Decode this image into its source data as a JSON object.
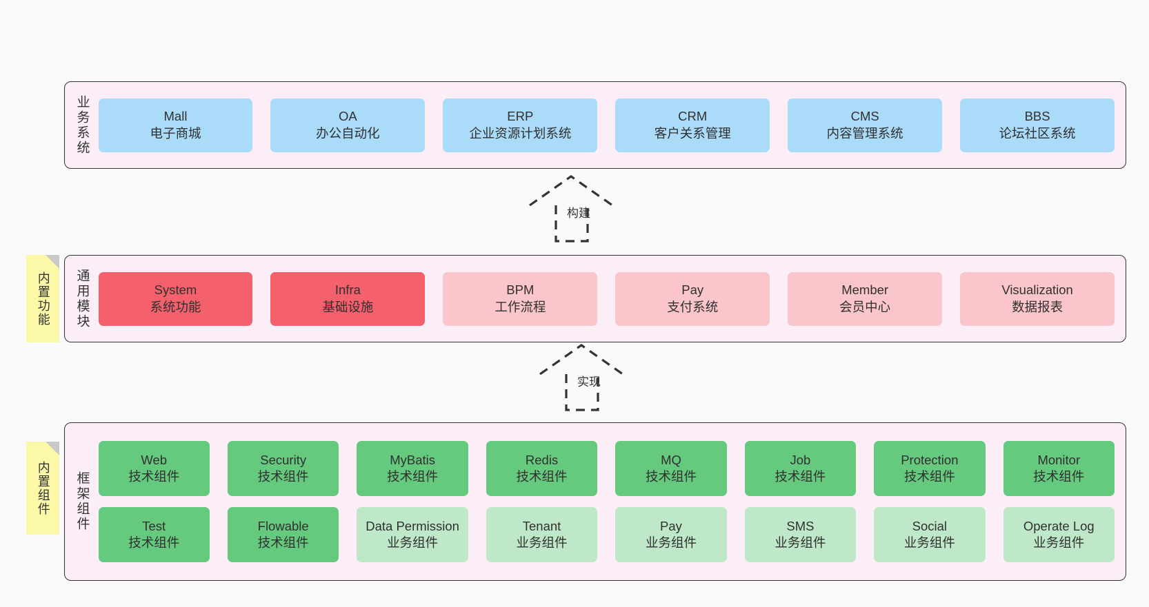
{
  "diagram": {
    "title_visible": false,
    "background_color": "#fafafa",
    "panel_color": "#fbeef7",
    "border_color": "#333333"
  },
  "layers": {
    "business": {
      "label": "业务系统",
      "cards": [
        {
          "title": "Mall",
          "sub": "电子商城",
          "color": "#aadcfa",
          "style": "c-blue"
        },
        {
          "title": "OA",
          "sub": "办公自动化",
          "color": "#aadcfa",
          "style": "c-blue"
        },
        {
          "title": "ERP",
          "sub": "企业资源计划系统",
          "color": "#aadcfa",
          "style": "c-blue"
        },
        {
          "title": "CRM",
          "sub": "客户关系管理",
          "color": "#aadcfa",
          "style": "c-blue"
        },
        {
          "title": "CMS",
          "sub": "内容管理系统",
          "color": "#aadcfa",
          "style": "c-blue"
        },
        {
          "title": "BBS",
          "sub": "论坛社区系统",
          "color": "#aadcfa",
          "style": "c-blue"
        }
      ]
    },
    "common": {
      "label": "通用模块",
      "note": "内置功能",
      "cards": [
        {
          "title": "System",
          "sub": "系统功能",
          "color": "#f4606c",
          "style": "c-red"
        },
        {
          "title": "Infra",
          "sub": "基础设施",
          "color": "#f4606c",
          "style": "c-red"
        },
        {
          "title": "BPM",
          "sub": "工作流程",
          "color": "#fac5cb",
          "style": "c-pink"
        },
        {
          "title": "Pay",
          "sub": "支付系统",
          "color": "#fac5cb",
          "style": "c-pink"
        },
        {
          "title": "Member",
          "sub": "会员中心",
          "color": "#fac5cb",
          "style": "c-pink"
        },
        {
          "title": "Visualization",
          "sub": "数据报表",
          "color": "#fac5cb",
          "style": "c-pink"
        }
      ]
    },
    "framework": {
      "label": "框架组件",
      "note": "内置组件",
      "row1": [
        {
          "title": "Web",
          "sub": "技术组件",
          "color": "#65c97e",
          "style": "c-green"
        },
        {
          "title": "Security",
          "sub": "技术组件",
          "color": "#65c97e",
          "style": "c-green"
        },
        {
          "title": "MyBatis",
          "sub": "技术组件",
          "color": "#65c97e",
          "style": "c-green"
        },
        {
          "title": "Redis",
          "sub": "技术组件",
          "color": "#65c97e",
          "style": "c-green"
        },
        {
          "title": "MQ",
          "sub": "技术组件",
          "color": "#65c97e",
          "style": "c-green"
        },
        {
          "title": "Job",
          "sub": "技术组件",
          "color": "#65c97e",
          "style": "c-green"
        },
        {
          "title": "Protection",
          "sub": "技术组件",
          "color": "#65c97e",
          "style": "c-green"
        },
        {
          "title": "Monitor",
          "sub": "技术组件",
          "color": "#65c97e",
          "style": "c-green"
        }
      ],
      "row2": [
        {
          "title": "Test",
          "sub": "技术组件",
          "color": "#65c97e",
          "style": "c-green"
        },
        {
          "title": "Flowable",
          "sub": "技术组件",
          "color": "#65c97e",
          "style": "c-green"
        },
        {
          "title": "Data Permission",
          "sub": "业务组件",
          "color": "#bfe8c9",
          "style": "c-lightgreen"
        },
        {
          "title": "Tenant",
          "sub": "业务组件",
          "color": "#bfe8c9",
          "style": "c-lightgreen"
        },
        {
          "title": "Pay",
          "sub": "业务组件",
          "color": "#bfe8c9",
          "style": "c-lightgreen"
        },
        {
          "title": "SMS",
          "sub": "业务组件",
          "color": "#bfe8c9",
          "style": "c-lightgreen"
        },
        {
          "title": "Social",
          "sub": "业务组件",
          "color": "#bfe8c9",
          "style": "c-lightgreen"
        },
        {
          "title": "Operate Log",
          "sub": "业务组件",
          "color": "#bfe8c9",
          "style": "c-lightgreen"
        }
      ]
    }
  },
  "connectors": [
    {
      "id": "build",
      "label": "构建",
      "style": "dashed-hollow-triangle",
      "direction": "up"
    },
    {
      "id": "implement",
      "label": "实现",
      "style": "dashed-hollow-triangle",
      "direction": "up"
    }
  ]
}
